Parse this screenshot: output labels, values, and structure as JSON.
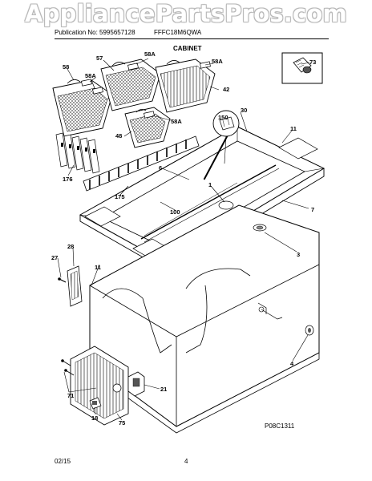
{
  "watermark": "AppliancePartsPros.com",
  "header": {
    "publication": "Publication No: 5995657128",
    "model": "FFFC18M6QWA"
  },
  "section_title": "CABINET",
  "callouts": {
    "c73": "73",
    "c57": "57",
    "c58A_top": "58A",
    "c58A_right": "58A",
    "c58": "58",
    "c58A_left": "58A",
    "c42": "42",
    "c58A_mid": "58A",
    "c48": "48",
    "c150": "150",
    "c30": "30",
    "c11_top": "11",
    "c176": "176",
    "c6": "6",
    "c1": "1",
    "c175": "175",
    "c100": "100",
    "c7": "7",
    "c28": "28",
    "c27": "27",
    "c11_left": "11",
    "c3": "3",
    "c4": "4",
    "c71": "71",
    "c21": "21",
    "c18": "18",
    "c75": "75"
  },
  "diagram_code": "P08C1311",
  "footer": {
    "date": "02/15",
    "page": "4"
  },
  "icons": [
    "plug-icon"
  ]
}
